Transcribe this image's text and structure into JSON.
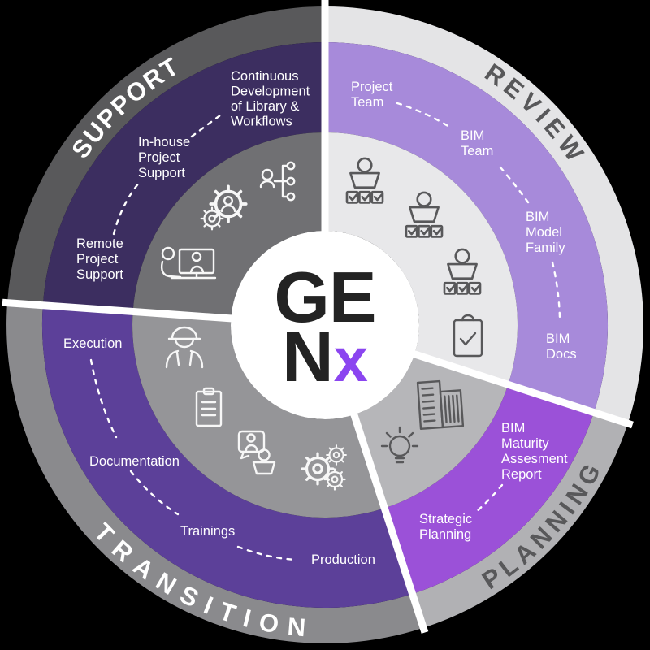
{
  "center": {
    "top": "GE",
    "bottom_main": "N",
    "bottom_accent": "x"
  },
  "palette": {
    "background": "#000000",
    "accent_purple": "#8b45f0",
    "logo_text": "#232323",
    "item_text": "#ffffff",
    "divider": "#ffffff"
  },
  "segments": [
    {
      "label": "REVIEW",
      "colors": {
        "outer": "#e4e4e6",
        "middle": "#a78ada",
        "inner": "#e8e8ea",
        "label": "#58585a"
      },
      "items": [
        {
          "lines": [
            "Project",
            "Team"
          ]
        },
        {
          "lines": [
            "BIM",
            "Team"
          ]
        },
        {
          "lines": [
            "BIM",
            "Model",
            "Family"
          ]
        },
        {
          "lines": [
            "BIM",
            "Docs"
          ]
        }
      ],
      "icons": [
        "presenter-checklist",
        "presenter-checklist",
        "presenter-checklist",
        "clipboard-check"
      ]
    },
    {
      "label": "PLANNING",
      "colors": {
        "outer": "#b1b1b4",
        "middle": "#9b51d8",
        "inner": "#b6b6b9",
        "label": "#58585a"
      },
      "items": [
        {
          "lines": [
            "BIM",
            "Maturity",
            "Assesment",
            "Report"
          ]
        },
        {
          "lines": [
            "Strategic",
            "Planning"
          ]
        }
      ],
      "icons": [
        "building",
        "lightbulb"
      ]
    },
    {
      "label": "TRANSITION",
      "colors": {
        "outer": "#8a8a8d",
        "middle": "#5c4099",
        "inner": "#959598",
        "label": "#ffffff"
      },
      "items": [
        {
          "lines": [
            "Execution"
          ]
        },
        {
          "lines": [
            "Documentation"
          ]
        },
        {
          "lines": [
            "Trainings"
          ]
        },
        {
          "lines": [
            "Production"
          ]
        }
      ],
      "icons": [
        "construction-worker",
        "clipboard-list",
        "discussion",
        "gears"
      ]
    },
    {
      "label": "SUPPORT",
      "colors": {
        "outer": "#59595b",
        "middle": "#3c2e60",
        "inner": "#707073",
        "label": "#ffffff"
      },
      "items": [
        {
          "lines": [
            "Remote",
            "Project",
            "Support"
          ]
        },
        {
          "lines": [
            "In-house",
            "Project",
            "Support"
          ]
        },
        {
          "lines": [
            "Continuous",
            "Development",
            "of Library &",
            "Workflows"
          ]
        }
      ],
      "icons": [
        "video-call",
        "gear-person",
        "org-chart-person"
      ]
    }
  ]
}
